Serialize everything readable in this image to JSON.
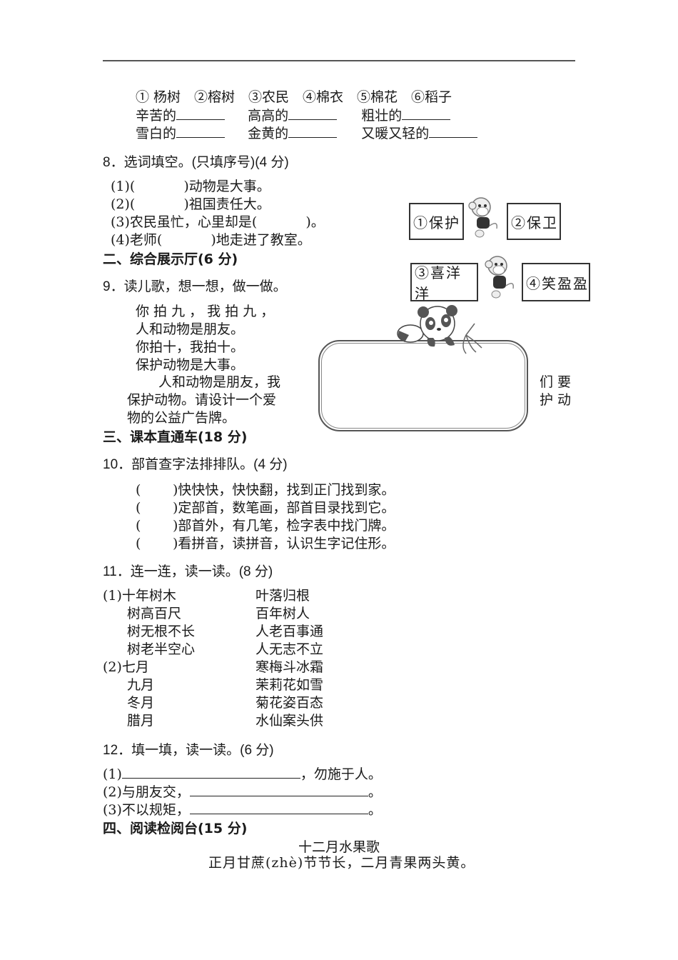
{
  "q7": {
    "options": "① 杨树　②榕树　③农民　④棉衣　⑤棉花　⑥稻子",
    "row1": [
      {
        "label": "辛苦的"
      },
      {
        "label": "高高的"
      },
      {
        "label": "粗壮的"
      }
    ],
    "row2": [
      {
        "label": "雪白的"
      },
      {
        "label": "金黄的"
      },
      {
        "label": "又暖又轻的"
      }
    ]
  },
  "q8": {
    "title": "8．选词填空。(只填序号)(4 分)",
    "items": [
      {
        "pre": "(1)(",
        "post": ")动物是大事。"
      },
      {
        "pre": "(2)(",
        "post": ")祖国责任大。"
      },
      {
        "pre": "(3)农民虽忙，心里却是(",
        "post": ")。"
      },
      {
        "pre": "(4)老师(",
        "post": ")地走进了教室。"
      }
    ],
    "word_boxes": [
      "①保护",
      "②保卫",
      "③喜洋洋",
      "④笑盈盈"
    ],
    "icon": "monkey-icon"
  },
  "section2": {
    "title": "二、综合展示厅(6 分)"
  },
  "q9": {
    "title": "9．读儿歌，想一想，做一做。",
    "poem": [
      "你 拍 九 ， 我 拍 九 ，",
      "人和动物是朋友。",
      "你拍十，我拍十。",
      "保护动物是大事。"
    ],
    "instruction_line1": "人和动物是朋友，我",
    "instruction_line1_tail": "们 要",
    "instruction_line2": "保护动物。请设计一个爱",
    "instruction_line2_tail": "护 动",
    "instruction_line3": "物的公益广告牌。",
    "board_icon": "panda-icon"
  },
  "section3": {
    "title": "三、课本直通车(18 分)"
  },
  "q10": {
    "title": "10．部首查字法排排队。(4 分)",
    "items": [
      ")快快快，快快翻，找到正门找到家。",
      ")定部首，数笔画，部首目录找到它。",
      ")部首外，有几笔，检字表中找门牌。",
      ")看拼音，读拼音，认识生字记住形。"
    ]
  },
  "q11": {
    "title": "11．连一连，读一读。(8 分)",
    "left": [
      "(1)十年树木",
      "树高百尺",
      "树无根不长",
      "树老半空心",
      "(2)七月",
      "九月",
      "冬月",
      "腊月"
    ],
    "right": [
      "叶落归根",
      "百年树人",
      "人老百事通",
      "人无志不立",
      "寒梅斗冰霜",
      "茉莉花如雪",
      "菊花姿百态",
      "水仙案头供"
    ]
  },
  "q12": {
    "title": "12．填一填，读一读。(6 分)",
    "items": [
      {
        "pre": "(1)",
        "post": "，勿施于人。"
      },
      {
        "pre": "(2)与朋友交，",
        "post": "。"
      },
      {
        "pre": "(3)不以规矩，",
        "post": "。"
      }
    ]
  },
  "section4": {
    "title": "四、阅读检阅台(15 分)"
  },
  "reading": {
    "title": "十二月水果歌",
    "line1": "正月甘蔗(zhè)节节长，二月青果两头黄。"
  }
}
